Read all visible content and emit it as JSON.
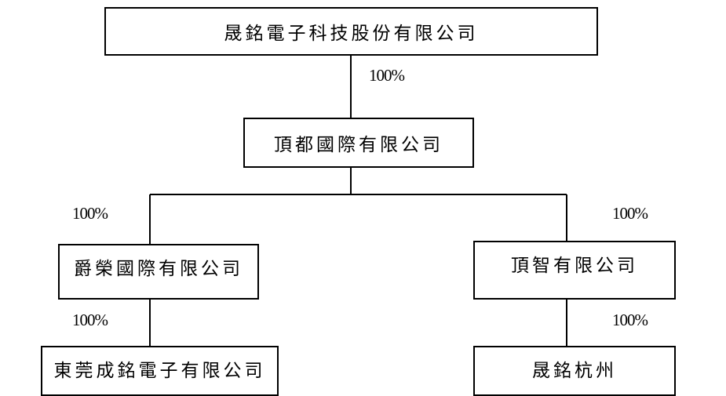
{
  "nodes": {
    "root": "晟銘電子科技股份有限公司",
    "level1": "頂都國際有限公司",
    "left_child": "爵榮國際有限公司",
    "right_child": "頂智有限公司",
    "left_grandchild": "東莞成銘電子有限公司",
    "right_grandchild": "晟銘杭州"
  },
  "ownership": {
    "root_to_level1": "100%",
    "level1_to_left": "100%",
    "level1_to_right": "100%",
    "left_to_grandchild": "100%",
    "right_to_grandchild": "100%"
  }
}
